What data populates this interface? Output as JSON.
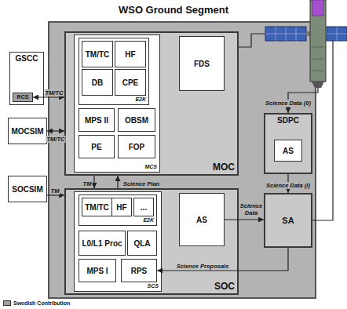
{
  "diagram": {
    "title": "WSO Ground Segment",
    "nodes": [
      {
        "text": [
          "GSCC"
        ]
      },
      {
        "text": [
          "RCS"
        ],
        "in": 0
      },
      {
        "text": [
          "MOCSIM"
        ]
      },
      {
        "text": [
          "SOCSIM"
        ]
      },
      {
        "text": [
          "MOC"
        ]
      },
      {
        "text": [
          "MCS"
        ],
        "in": 4
      },
      {
        "text": [
          "E2K"
        ],
        "in": 5
      },
      {
        "text": [
          "TM/TC"
        ],
        "in": 6
      },
      {
        "text": [
          "HF"
        ],
        "in": 6
      },
      {
        "text": [
          "DB"
        ],
        "in": 6
      },
      {
        "text": [
          "CPE"
        ],
        "in": 6
      },
      {
        "text": [
          "MPS II"
        ],
        "in": 5
      },
      {
        "text": [
          "OBSM"
        ],
        "in": 5
      },
      {
        "text": [
          "PE"
        ],
        "in": 5
      },
      {
        "text": [
          "FOP"
        ],
        "in": 5
      },
      {
        "text": [
          "FDS"
        ],
        "in": 4
      },
      {
        "text": [
          "SOC"
        ]
      },
      {
        "text": [
          "SCS"
        ],
        "in": 16
      },
      {
        "text": [
          "E2K"
        ],
        "in": 17
      },
      {
        "text": [
          "TM/TC"
        ],
        "in": 18
      },
      {
        "text": [
          "HF"
        ],
        "in": 18
      },
      {
        "text": [
          "..."
        ],
        "in": 18
      },
      {
        "text": [
          "L0/L1 Proc"
        ],
        "in": 17
      },
      {
        "text": [
          "QLA"
        ],
        "in": 17
      },
      {
        "text": [
          "MPS I"
        ],
        "in": 17
      },
      {
        "text": [
          "RPS"
        ],
        "in": 17
      },
      {
        "text": [
          "AS"
        ],
        "in": 16
      },
      {
        "text": [
          "SDPC"
        ]
      },
      {
        "text": [
          "AS"
        ],
        "in": 27
      },
      {
        "text": [
          "SA"
        ]
      }
    ],
    "edges": [
      {
        "from": 1,
        "to": 4,
        "arrow": "both",
        "label": "TM/TC"
      },
      {
        "from": 2,
        "to": 4,
        "arrow": "both",
        "label": "TM/TC"
      },
      {
        "from": 3,
        "to": 16,
        "arrow": "to",
        "label": "TM"
      },
      {
        "from": 4,
        "to": 16,
        "arrow": "to",
        "label": "TM"
      },
      {
        "from": 16,
        "to": 4,
        "arrow": "to",
        "label": "Science Plan"
      },
      {
        "from": 27,
        "to": 29,
        "arrow": "to",
        "label": "Science Data (I)"
      },
      {
        "from": 26,
        "to": 29,
        "arrow": "to",
        "label": "Science Data"
      },
      {
        "from": 29,
        "to": 25,
        "arrow": "to",
        "label": "Science Proposals"
      }
    ],
    "labels": [
      "Science Data (0)"
    ],
    "legend": [
      {
        "text": "Swedish Contribution",
        "color": "#a0a0a0"
      }
    ]
  }
}
